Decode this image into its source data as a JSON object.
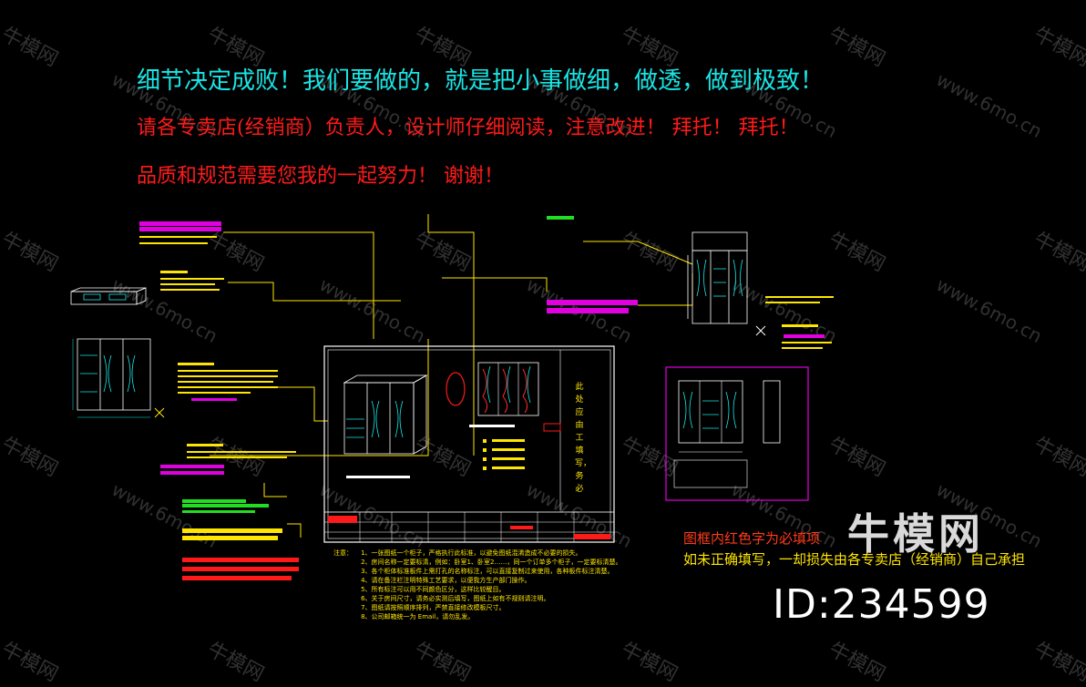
{
  "headline": {
    "line1": "细节决定成败！我们要做的，就是把小事做细，做透，做到极致！",
    "line2": "请各专卖店(经销商）负责人，设计师仔细阅读，注意改进！ 拜托！ 拜托！",
    "line3": "品质和规范需要您我的一起努力！ 谢谢！"
  },
  "watermark": {
    "brand": "牛模网",
    "site": "www.6mo.cn"
  },
  "sheet": {
    "vertical_note": "此处应由工填写，务必",
    "notes_title": "注意：",
    "notes": [
      "1、一张图纸一个柜子，严格执行此标准，以避免图纸混淆造成不必要的损失。",
      "2、房间名称一定要标清，例如：卧室1、卧室2……，同一个订单多个柜子，一定要标清楚。",
      "3、各个柜体标准板件上需打孔的名称标注，可以直接复制过来使用，各种板件标注清楚。",
      "4、请在备注栏注明特殊工艺要求，以便我方生产部门操作。",
      "5、所有标注可以用不同颜色区分，这样比较醒目。",
      "6、关于房间尺寸，请务必实测后填写，图纸上如有不规则请注明。",
      "7、图纸请按照顺序排列，严禁直接修改模板尺寸。",
      "8、公司邮箱统一为 Email，请勿乱发。"
    ]
  },
  "bottom_notice": {
    "red_line": "图框内红色字为必填项",
    "yellow_line": "如未正确填写，一却损失由各专卖店（经销商）自己承担"
  },
  "brand_logo": "牛模网",
  "id_label": "ID:234599",
  "colors": {
    "cyan": "#19e6e6",
    "red": "#ff1a1a",
    "yellow": "#ffe600",
    "magenta": "#e000e0",
    "green": "#22dd22",
    "white": "#ffffff"
  }
}
